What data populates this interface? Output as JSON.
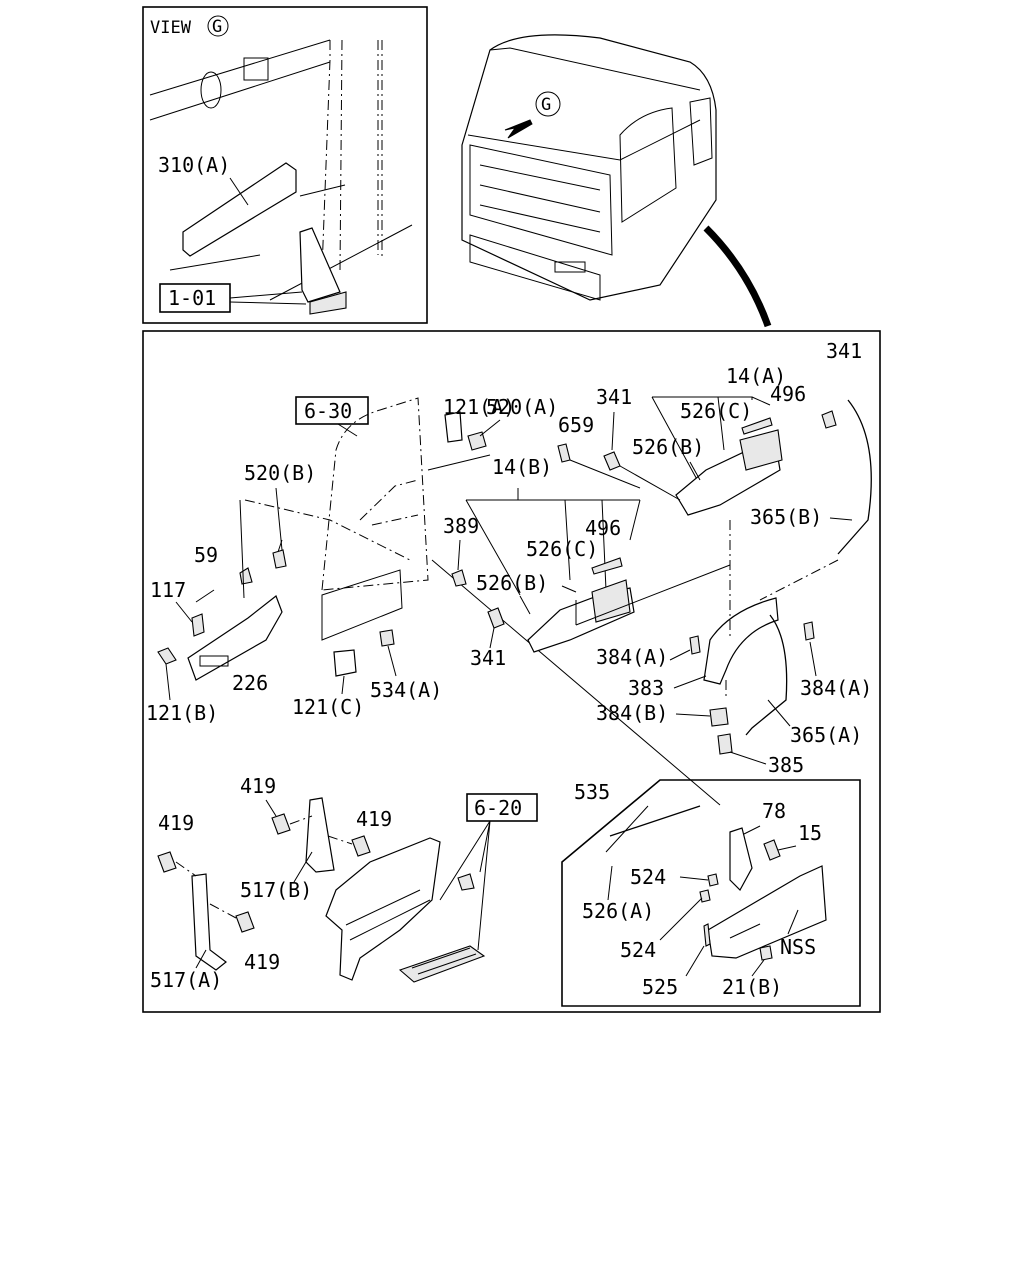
{
  "inset_view": {
    "view_text": "VIEW",
    "view_letter": "G",
    "labels": {
      "p310a": "310(A)",
      "ref101": "1-01"
    }
  },
  "cab": {
    "view_marker": "G"
  },
  "labels": {
    "p14a": "14(A)",
    "p341_top": "341",
    "p496_top": "496",
    "p526c_top": "526(C)",
    "p526b_top": "526(B)",
    "p341_mid": "341",
    "p659": "659",
    "p121a": "121(A)",
    "p520a": "520(A)",
    "ref630": "6-30",
    "p520b": "520(B)",
    "p14b": "14(B)",
    "p389": "389",
    "p496_mid": "496",
    "p526c_mid": "526(C)",
    "p526b_mid": "526(B)",
    "p341_low": "341",
    "p365b": "365(B)",
    "p59": "59",
    "p117": "117",
    "p226": "226",
    "p121b": "121(B)",
    "p121c": "121(C)",
    "p534a": "534(A)",
    "p384a_l": "384(A)",
    "p384a_r": "384(A)",
    "p383": "383",
    "p384b": "384(B)",
    "p365a": "365(A)",
    "p385": "385",
    "p419_a": "419",
    "p419_b": "419",
    "p419_c": "419",
    "p419_d": "419",
    "p517b": "517(B)",
    "p517a": "517(A)",
    "ref620": "6-20",
    "p535": "535",
    "p78": "78",
    "p15": "15",
    "p524_a": "524",
    "p524_b": "524",
    "p526a": "526(A)",
    "p525": "525",
    "p21b": "21(B)",
    "nss": "NSS"
  }
}
